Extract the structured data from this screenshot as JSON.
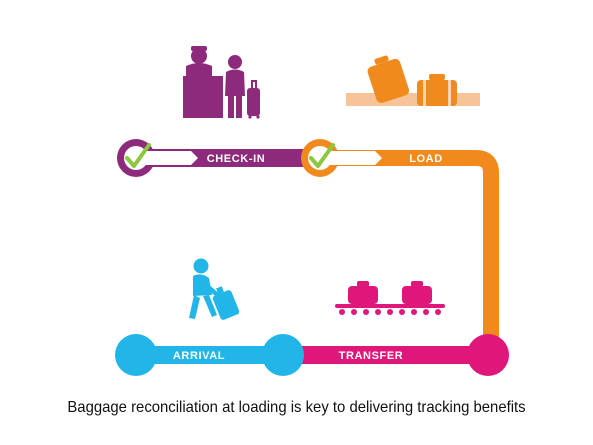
{
  "stages": [
    {
      "id": "check-in",
      "label": "CHECK-IN",
      "color": "#8e2a7b",
      "verified": true
    },
    {
      "id": "load",
      "label": "LOAD",
      "color": "#f08a1d",
      "verified": true
    },
    {
      "id": "transfer",
      "label": "TRANSFER",
      "color": "#e0177b",
      "verified": false
    },
    {
      "id": "arrival",
      "label": "ARRIVAL",
      "color": "#22b5e8",
      "verified": false
    }
  ],
  "checkmark_color": "#8dc63f",
  "icons": {
    "check_in": "check-in-desk-icon",
    "load": "loading-luggage-icon",
    "transfer": "baggage-conveyor-icon",
    "arrival": "traveller-with-suitcase-icon"
  },
  "caption": "Baggage reconciliation at loading is key to delivering tracking benefits"
}
